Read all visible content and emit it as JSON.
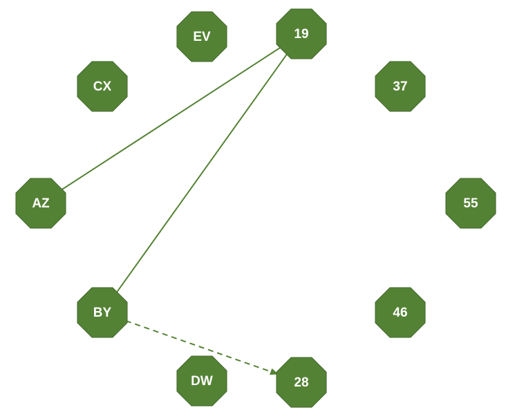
{
  "colors": {
    "node_fill": "#548235",
    "node_text": "#ffffff",
    "edge": "#548235"
  },
  "nodes": [
    {
      "id": "EV",
      "label": "EV"
    },
    {
      "id": "19",
      "label": "19"
    },
    {
      "id": "CX",
      "label": "CX"
    },
    {
      "id": "37",
      "label": "37"
    },
    {
      "id": "AZ",
      "label": "AZ"
    },
    {
      "id": "55",
      "label": "55"
    },
    {
      "id": "BY",
      "label": "BY"
    },
    {
      "id": "46",
      "label": "46"
    },
    {
      "id": "DW",
      "label": "DW"
    },
    {
      "id": "28",
      "label": "28"
    }
  ],
  "edges": [
    {
      "from": "19",
      "to": "AZ",
      "style": "solid",
      "directed": false
    },
    {
      "from": "19",
      "to": "BY",
      "style": "solid",
      "directed": false
    },
    {
      "from": "BY",
      "to": "28",
      "style": "dashed",
      "directed": true
    }
  ]
}
